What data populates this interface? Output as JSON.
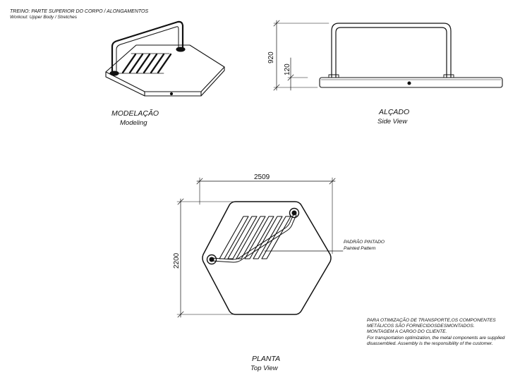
{
  "header": {
    "title_pt": "TREINO: PARTE SUPERIOR DO CORPO / ALONGAMENTOS",
    "title_en": "Workout: Upper Body / Stretches"
  },
  "views": {
    "modeling": {
      "label_pt": "MODELAÇÃO",
      "label_en": "Modeling"
    },
    "side": {
      "label_pt": "ALÇADO",
      "label_en": "Side View"
    },
    "top": {
      "label_pt": "PLANTA",
      "label_en": "Top View"
    }
  },
  "dimensions": {
    "side_height": "920",
    "side_base": "120",
    "top_width": "2509",
    "top_height": "2200"
  },
  "callout": {
    "label_pt": "PADRÃO PINTADO",
    "label_en": "Painted Pattern"
  },
  "note": {
    "line1_pt": "PARA OTIMIZAÇÃO DE TRANSPORTE,OS COMPONENTES",
    "line2_pt": "METÁLICOS SÃO FORNECIDOSDESMONTADOS.",
    "line3_pt": "MONTAGEM A CARGO DO CLIENTE.",
    "line1_en": "For transportation optimization, the metal components are supplied",
    "line2_en": "disassembled. Assembly is the responsibility of the customer."
  },
  "colors": {
    "line": "#111111",
    "background": "#ffffff"
  }
}
